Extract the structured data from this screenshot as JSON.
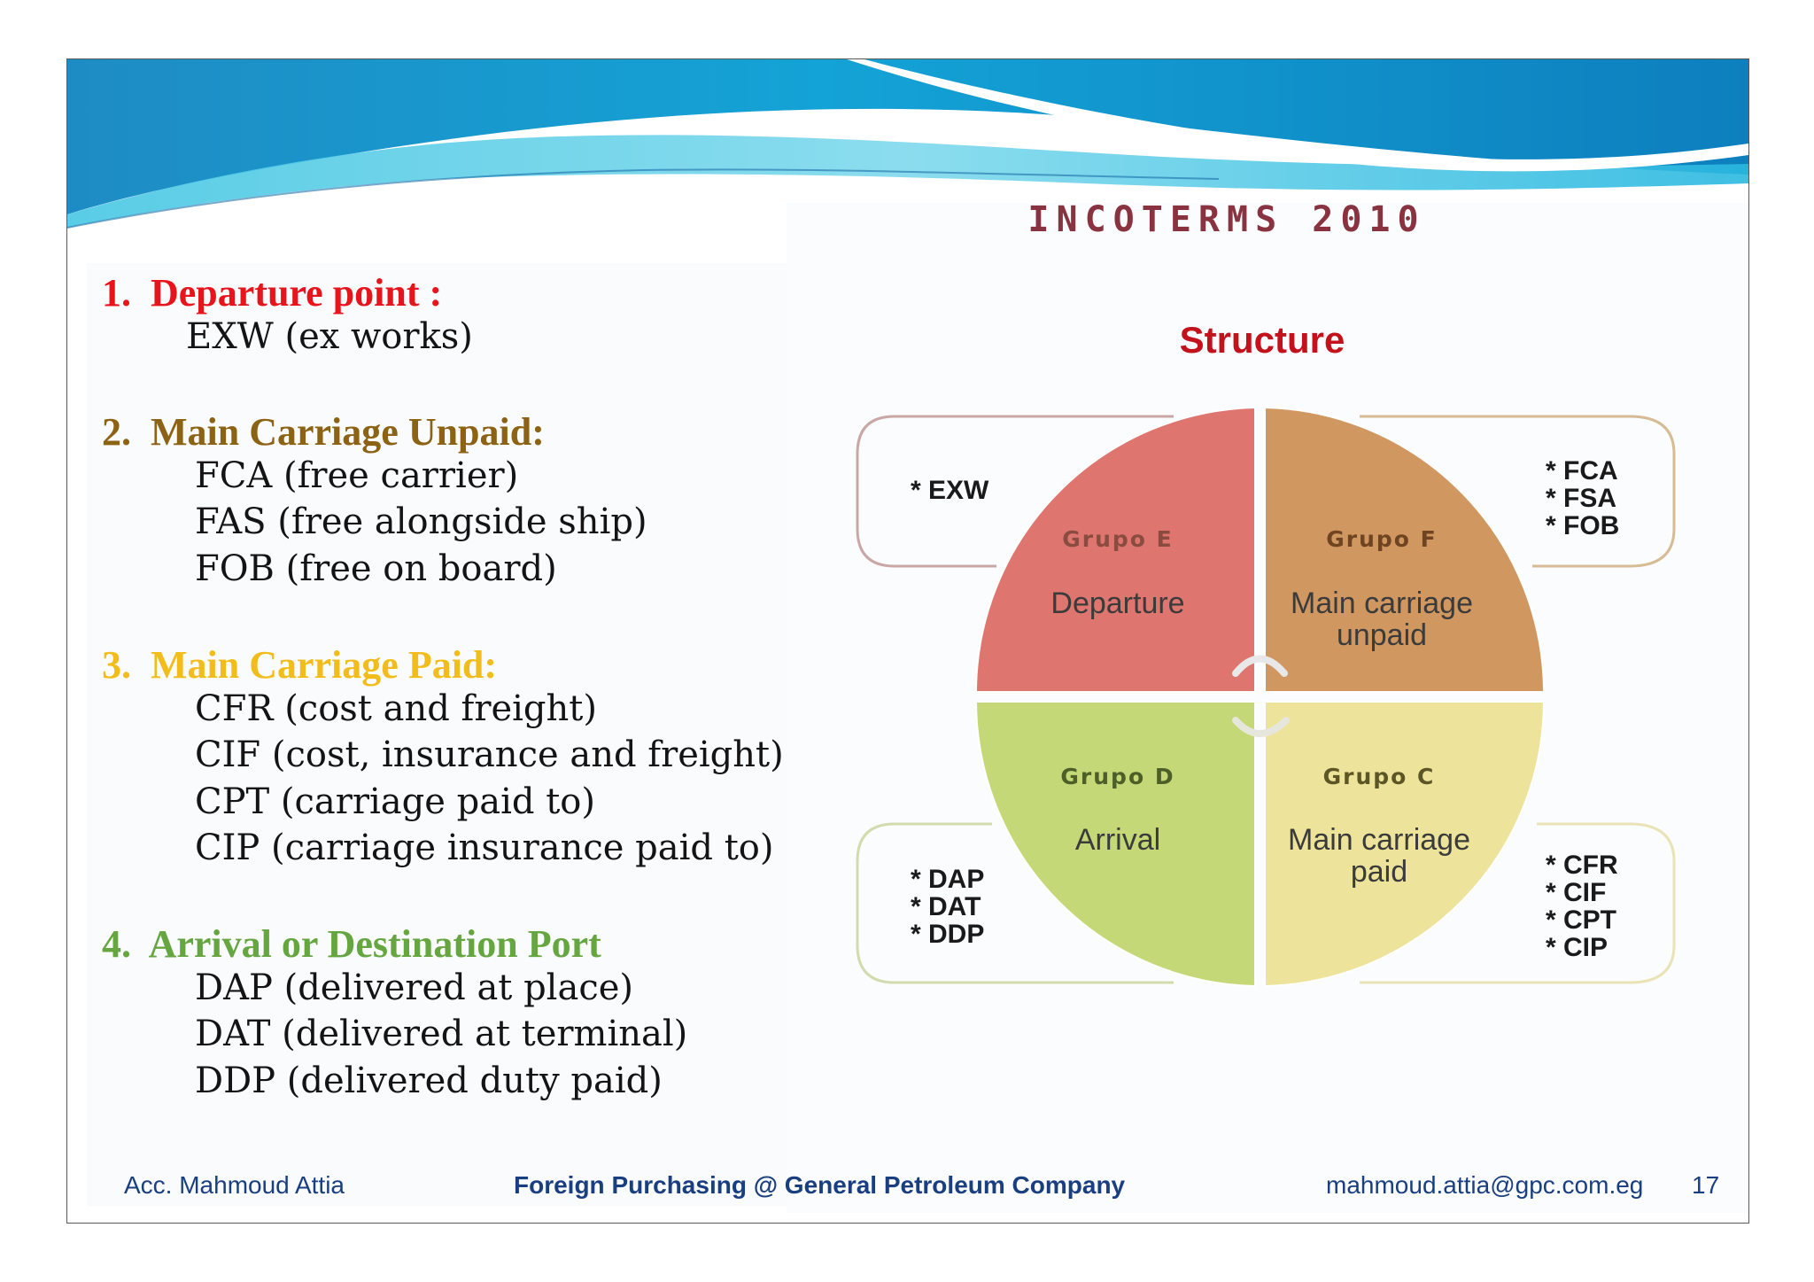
{
  "sections": [
    {
      "number": "1.",
      "title": "Departure point :",
      "color": "#e8141c",
      "items": [
        "EXW (ex works)"
      ]
    },
    {
      "number": "2.",
      "title": "Main Carriage Unpaid:",
      "color": "#8c6214",
      "items": [
        "FCA (free carrier)",
        "FAS (free alongside ship)",
        "FOB (free on board)"
      ]
    },
    {
      "number": "3.",
      "title": "Main Carriage Paid:",
      "color": "#f2bd1a",
      "items": [
        "CFR (cost and freight)",
        "CIF (cost, insurance and freight)",
        "CPT (carriage paid to)",
        "CIP (carriage insurance paid to)"
      ]
    },
    {
      "number": "4.",
      "title": "Arrival or Destination Port",
      "color": "#66a641",
      "items": [
        "DAP (delivered at place)",
        "DAT (delivered at terminal)",
        "DDP (delivered duty paid)"
      ]
    }
  ],
  "diagram": {
    "title": "INCOTERMS 2010",
    "subtitle": "Structure",
    "groups": {
      "e": {
        "title": "Grupo E",
        "sub": [
          "Departure"
        ],
        "terms": [
          "* EXW"
        ],
        "color": "#de756f"
      },
      "f": {
        "title": "Grupo F",
        "sub": [
          "Main carriage",
          "unpaid"
        ],
        "terms": [
          "* FCA",
          "* FSA",
          "* FOB"
        ],
        "color": "#d19760"
      },
      "d": {
        "title": "Grupo D",
        "sub": [
          "Arrival"
        ],
        "terms": [
          "* DAP",
          "* DAT",
          "* DDP"
        ],
        "color": "#c4d877"
      },
      "c": {
        "title": "Grupo C",
        "sub": [
          "Main carriage",
          "paid"
        ],
        "terms": [
          "* CFR",
          "* CIF",
          "* CPT",
          "* CIP"
        ],
        "color": "#ede39a"
      }
    }
  },
  "footer": {
    "author": "Acc. Mahmoud Attia",
    "center": "Foreign Purchasing @ General Petroleum Company",
    "email": "mahmoud.attia@gpc.com.eg",
    "page": "17"
  }
}
